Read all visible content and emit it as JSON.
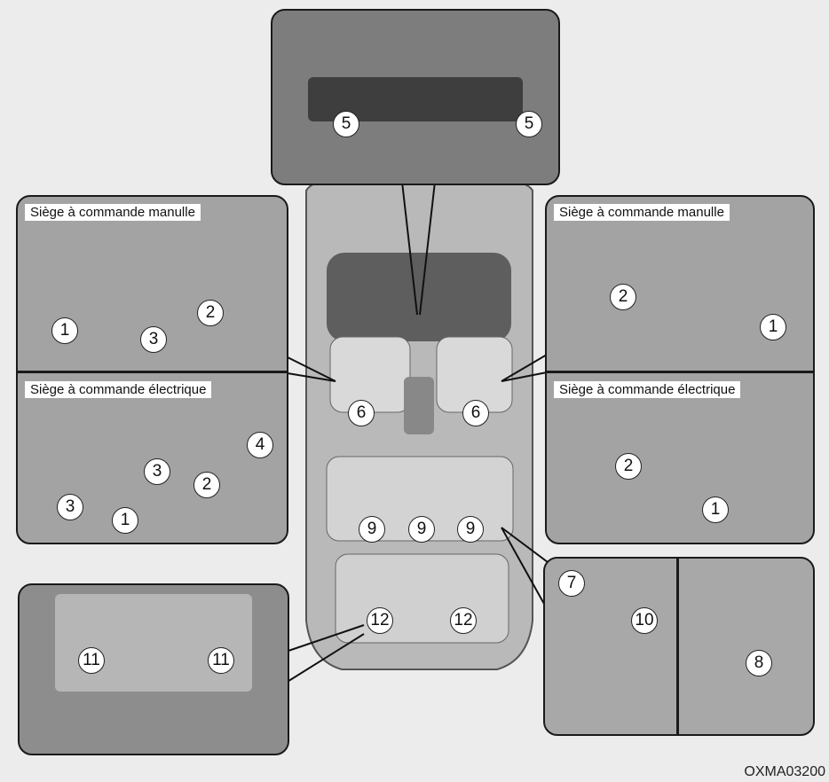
{
  "panels": {
    "front_left_manual": "Siège à commande manulle",
    "front_left_power": "Siège à commande électrique",
    "front_right_manual": "Siège à commande manulle",
    "front_right_power": "Siège à commande électrique"
  },
  "callouts": {
    "dash_left": "5",
    "dash_right": "5",
    "lm_1": "1",
    "lm_2": "2",
    "lm_3": "3",
    "lp_1": "1",
    "lp_2": "2",
    "lp_3a": "3",
    "lp_3b": "3",
    "lp_4": "4",
    "rm_1": "1",
    "rm_2": "2",
    "rp_1": "1",
    "rp_2": "2",
    "car_6a": "6",
    "car_6b": "6",
    "car_9a": "9",
    "car_9b": "9",
    "car_9c": "9",
    "car_12a": "12",
    "car_12b": "12",
    "trunk_11a": "11",
    "trunk_11b": "11",
    "rear_7": "7",
    "rear_10": "10",
    "rear_8": "8"
  },
  "figure_code": "OXMA03200"
}
